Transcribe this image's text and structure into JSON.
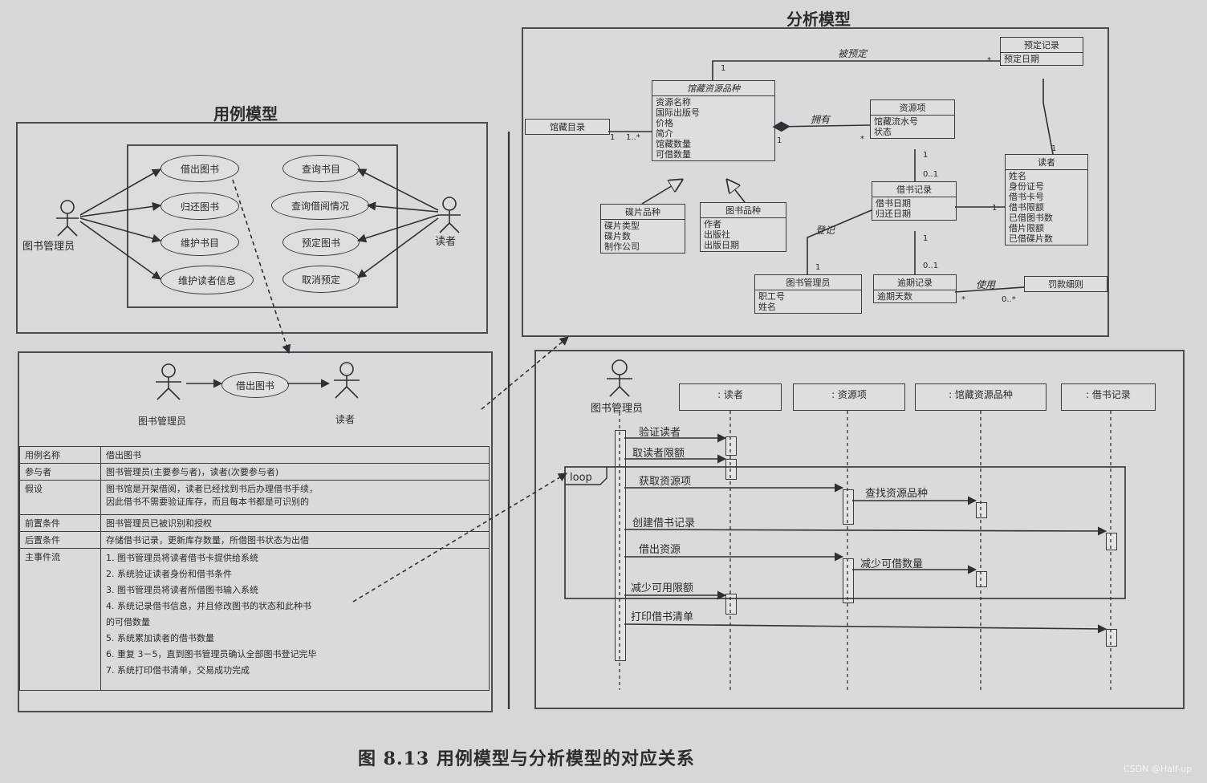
{
  "titles": {
    "use_case_model": "用例模型",
    "analysis_model": "分析模型",
    "caption": "图 8.13   用例模型与分析模型的对应关系",
    "watermark": "CSDN @Half-up"
  },
  "use_case_diagram": {
    "actors": {
      "librarian": "图书管理员",
      "reader": "读者"
    },
    "use_cases": [
      "借出图书",
      "归还图书",
      "维护书目",
      "维护读者信息",
      "查询书目",
      "查询借阅情况",
      "预定图书",
      "取消预定"
    ]
  },
  "detail": {
    "actor_left": "图书管理员",
    "use_case": "借出图书",
    "actor_right": "读者",
    "table": {
      "name_key": "用例名称",
      "name_val": "借出图书",
      "participants_key": "参与者",
      "participants_val": "图书管理员(主要参与者)，读者(次要参与者)",
      "assumption_key": "假设",
      "assumption_val": [
        "图书馆是开架借阅，读者已经找到书后办理借书手续，",
        "因此借书不需要验证库存，而且每本书都是可识别的"
      ],
      "pre_key": "前置条件",
      "pre_val": "图书管理员已被识别和授权",
      "post_key": "后置条件",
      "post_val": "存储借书记录，更新库存数量，所借图书状态为出借",
      "flow_key": "主事件流",
      "steps": [
        "1.  图书管理员将读者借书卡提供给系统",
        "2.  系统验证读者身份和借书条件",
        "3.  图书管理员将读者所借图书输入系统",
        "4.  系统记录借书信息，并且修改图书的状态和此种书",
        "的可借数量",
        "5.  系统累加读者的借书数量",
        "6.  重复 3－5，直到图书管理员确认全部图书登记完毕",
        "7.  系统打印借书清单，交易成功完成"
      ]
    }
  },
  "class_diagram": {
    "catalog": "馆藏目录",
    "resource_type": {
      "name": "馆藏资源品种",
      "attrs": [
        "资源名称",
        "国际出版号",
        "价格",
        "简介",
        "馆藏数量",
        "可借数量"
      ]
    },
    "reservation": {
      "name": "预定记录",
      "attrs": [
        "预定日期"
      ]
    },
    "resource_item": {
      "name": "资源项",
      "attrs": [
        "馆藏流水号",
        "状态"
      ]
    },
    "reader": {
      "name": "读者",
      "attrs": [
        "姓名",
        "身份证号",
        "借书卡号",
        "借书限额",
        "已借图书数",
        "借片限额",
        "已借碟片数"
      ]
    },
    "film_type": {
      "name": "碟片品种",
      "attrs": [
        "碟片类型",
        "碟片数",
        "制作公司"
      ]
    },
    "book_type": {
      "name": "图书品种",
      "attrs": [
        "作者",
        "出版社",
        "出版日期"
      ]
    },
    "borrow_record": {
      "name": "借书记录",
      "attrs": [
        "借书日期",
        "归还日期"
      ]
    },
    "librarian": {
      "name": "图书管理员",
      "attrs": [
        "职工号",
        "姓名"
      ]
    },
    "overdue": {
      "name": "逾期记录",
      "attrs": [
        "逾期天数"
      ]
    },
    "fine_rule": {
      "name": "罚款细则",
      "attrs": []
    },
    "assoc": {
      "reserved": "被预定",
      "owns": "拥有",
      "register": "登记",
      "uses": "使用"
    },
    "mult": {
      "one": "1",
      "one_many": "1..*",
      "many": "*",
      "zero_one": "0..1",
      "zero_many": "0..*"
    }
  },
  "sequence_diagram": {
    "actor": "图书管理员",
    "lifelines": [
      ": 读者",
      ": 资源项",
      ": 馆藏资源品种",
      ": 借书记录"
    ],
    "loop_label": "loop",
    "messages": [
      "验证读者",
      "取读者限额",
      "获取资源项",
      "查找资源品种",
      "创建借书记录",
      "借出资源",
      "减少可借数量",
      "减少可用限额",
      "打印借书清单"
    ]
  }
}
